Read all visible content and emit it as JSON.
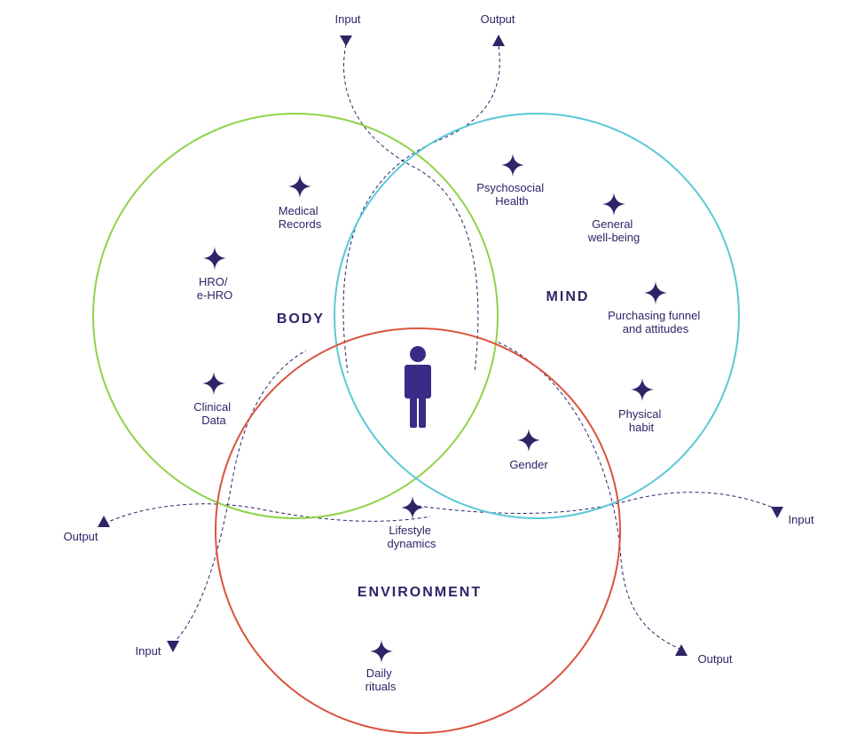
{
  "colors": {
    "text": "#2e2467",
    "body_circle": "#8fd34a",
    "mind_circle": "#5bc8d6",
    "environment_circle": "#d9533e",
    "figure": "#3b2a86"
  },
  "circles": {
    "body": "BODY",
    "mind": "MIND",
    "environment": "ENVIRONMENT"
  },
  "items": {
    "medical_records": [
      "Medical",
      "Records"
    ],
    "hro": [
      "HRO/",
      "e-HRO"
    ],
    "clinical_data": [
      "Clinical",
      "Data"
    ],
    "psychosocial_health": [
      "Psychosocial",
      "Health"
    ],
    "general_wellbeing": [
      "General",
      "well-being"
    ],
    "purchasing_funnel": [
      "Purchasing funnel",
      "and attitudes"
    ],
    "physical_habit": [
      "Physical",
      "habit"
    ],
    "gender": [
      "Gender"
    ],
    "lifestyle_dynamics": [
      "Lifestyle",
      "dynamics"
    ],
    "daily_rituals": [
      "Daily",
      "rituals"
    ]
  },
  "flows": {
    "top_input": "Input",
    "top_output": "Output",
    "left_output": "Output",
    "left_input": "Input",
    "right_input": "Input",
    "right_output": "Output"
  },
  "icons": {
    "center_figure": "person-icon",
    "item_marker": "sparkle-icon"
  }
}
